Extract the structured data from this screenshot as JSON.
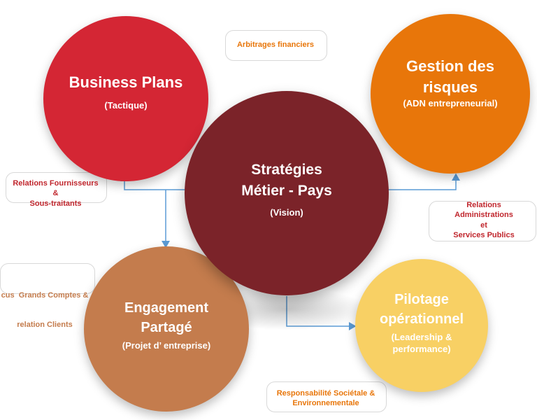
{
  "colors": {
    "center": "#7B2329",
    "business": "#D42634",
    "risques": "#E8760A",
    "engagement": "#C47C4D",
    "pilotage": "#F8D064",
    "connector": "#5B9BD5",
    "red_text": "#C0262D",
    "orange_text": "#E8760A",
    "brown_text": "#C47C4D"
  },
  "center": {
    "line1": "Stratégies",
    "line2": "Métier - Pays",
    "sub": "(Vision)"
  },
  "business_plans": {
    "title": "Business Plans",
    "sub": "(Tactique)"
  },
  "gestion_risques": {
    "line1": "Gestion des",
    "line2": "risques",
    "sub": "(ADN entrepreneurial)"
  },
  "engagement": {
    "line1": "Engagement",
    "line2": "Partagé",
    "sub": "(Projet d’ entreprise)"
  },
  "pilotage": {
    "line1": "Pilotage",
    "line2": "opérationnel",
    "sub1": "(Leadership &",
    "sub2": "performance)"
  },
  "notes": {
    "arbitrages": "Arbitrages financiers",
    "fournisseurs": {
      "line1": "Relations Fournisseurs",
      "line2": "&",
      "line3": "Sous-traitants"
    },
    "administrations": {
      "line1": "Relations",
      "line2": "Administrations",
      "line3": "et",
      "line4": "Services Publics"
    },
    "clients": {
      "line1": "cus  Grands Comptes &",
      "line2": "relation Clients"
    },
    "rse": {
      "line1": "Responsabilité Sociétale &",
      "line2": "Environnementale"
    }
  }
}
